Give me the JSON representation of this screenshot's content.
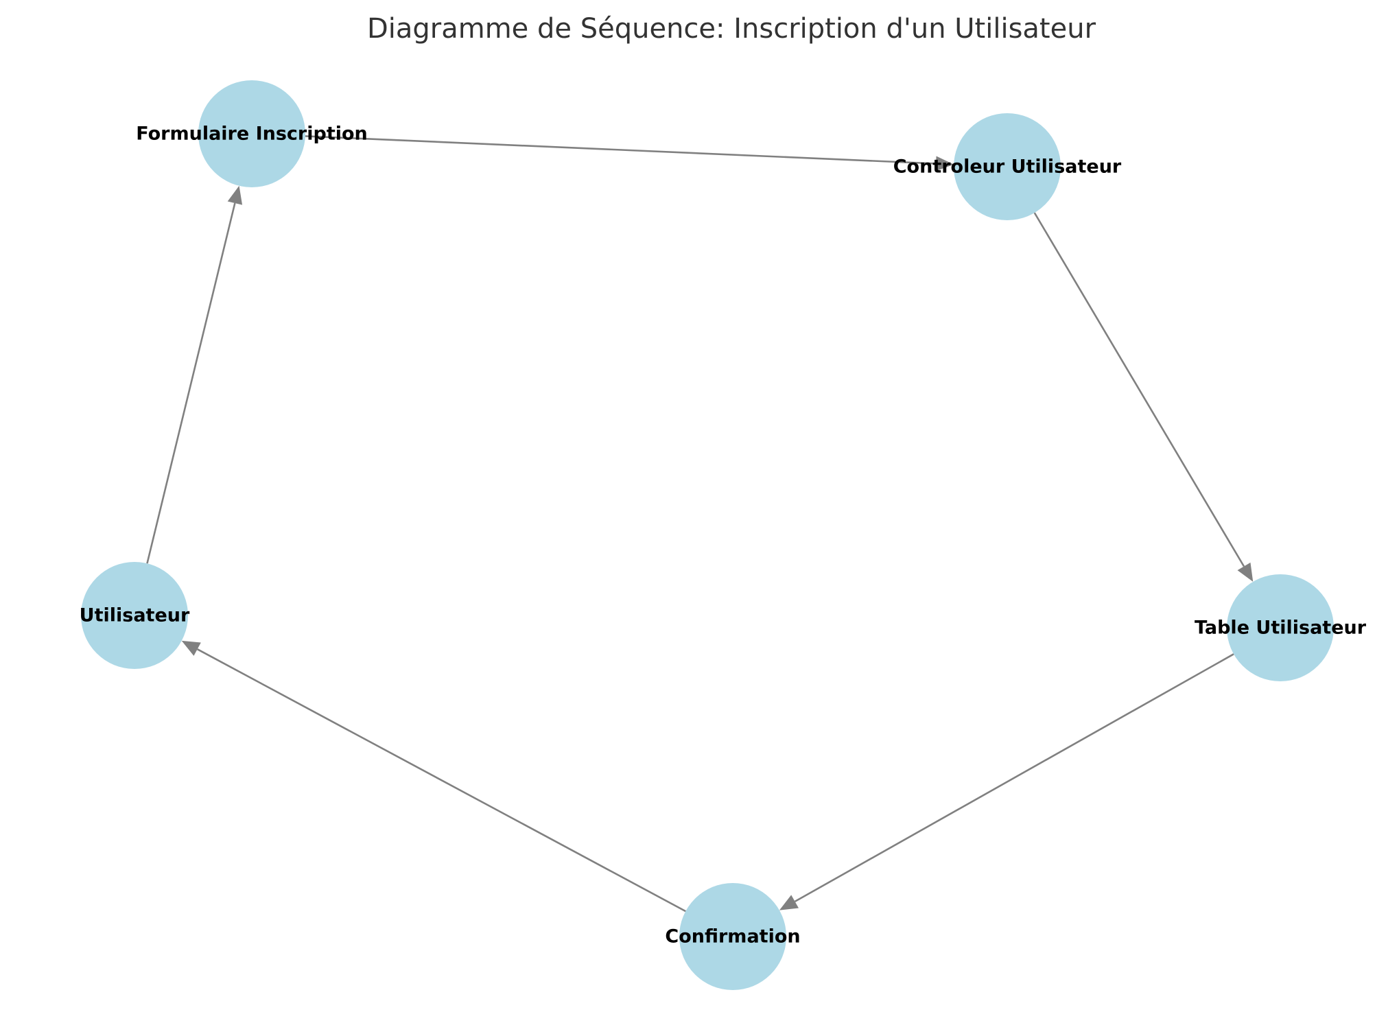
{
  "title": "Diagramme de Séquence: Inscription d'un Utilisateur",
  "colors": {
    "node_fill": "#add8e6",
    "edge": "#808080",
    "title_text": "#333333",
    "label_text": "#000000"
  },
  "nodes": [
    {
      "id": "formulaire",
      "label": "Formulaire Inscription"
    },
    {
      "id": "controleur",
      "label": "Controleur Utilisateur"
    },
    {
      "id": "table",
      "label": "Table Utilisateur"
    },
    {
      "id": "confirmation",
      "label": "Confirmation"
    },
    {
      "id": "utilisateur",
      "label": "Utilisateur"
    }
  ],
  "edges": [
    {
      "from": "utilisateur",
      "to": "formulaire"
    },
    {
      "from": "formulaire",
      "to": "controleur"
    },
    {
      "from": "controleur",
      "to": "table"
    },
    {
      "from": "table",
      "to": "confirmation"
    },
    {
      "from": "confirmation",
      "to": "utilisateur"
    }
  ]
}
